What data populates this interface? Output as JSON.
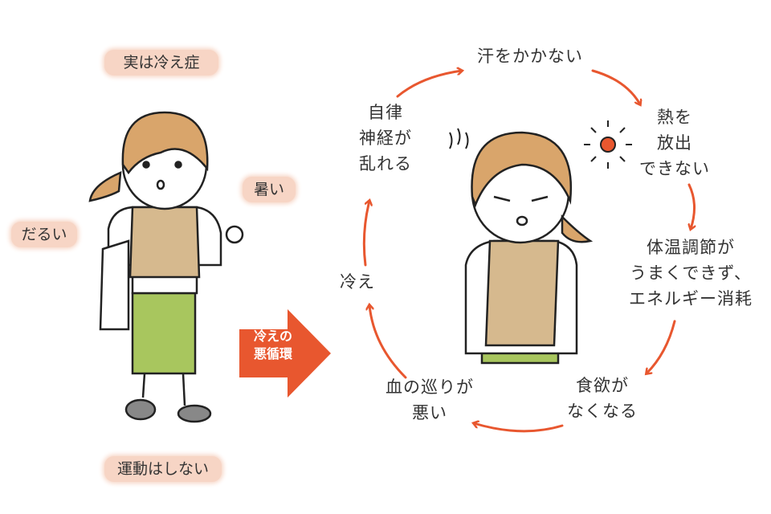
{
  "left_labels": {
    "actually_cold": "実は冷え症",
    "hot": "暑い",
    "sluggish": "だるい",
    "no_exercise": "運動はしない"
  },
  "center_arrow": {
    "lines": [
      "冷えの",
      "悪循環"
    ]
  },
  "cycle": {
    "no_sweat": "汗をかかない",
    "no_heat_release": [
      "熱を",
      "放出",
      "できない"
    ],
    "temp_regulation": [
      "体温調節が",
      "うまくできず、",
      "エネルギー消耗"
    ],
    "appetite_loss": [
      "食欲が",
      "なくなる"
    ],
    "poor_circulation": [
      "血の巡りが",
      "悪い"
    ],
    "cold": "冷え",
    "autonomic": [
      "自律",
      "神経が",
      "乱れる"
    ]
  },
  "colors": {
    "accent": "#e8572f",
    "tag_bg": "#f7d5c5",
    "hair": "#d9a56b",
    "vest": "#d6b98e",
    "skirt": "#a8c65e"
  }
}
